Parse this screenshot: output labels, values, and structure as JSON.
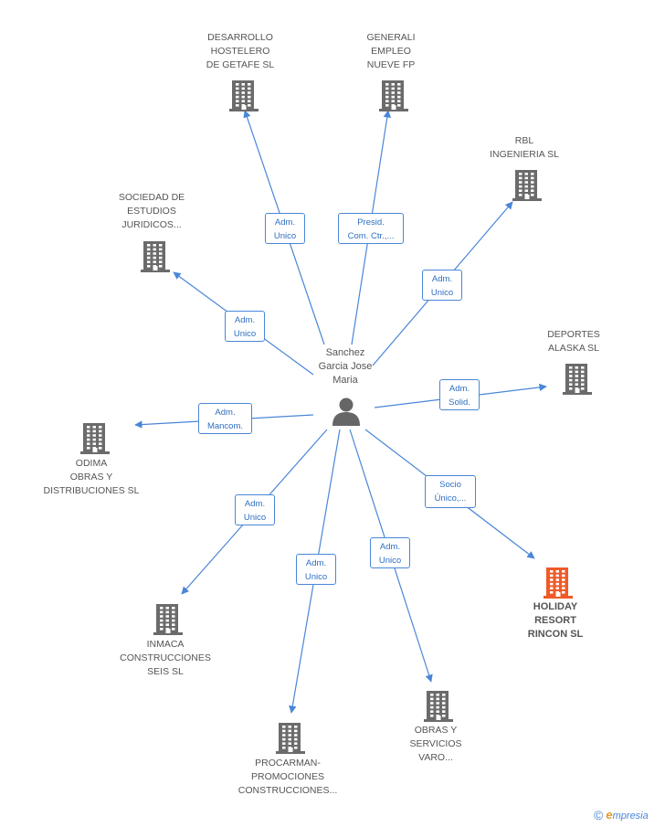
{
  "center": {
    "name": "Sanchez\nGarcia Jose\nMaria",
    "icon": "person-icon"
  },
  "nodes": [
    {
      "id": "desarrollo",
      "label": "DESARROLLO\nHOSTELERO\nDE GETAFE SL",
      "icon": "building-icon",
      "highlight": false
    },
    {
      "id": "generali",
      "label": "GENERALI\nEMPLEO\nNUEVE FP",
      "icon": "building-icon",
      "highlight": false
    },
    {
      "id": "rbl",
      "label": "RBL\nINGENIERIA SL",
      "icon": "building-icon",
      "highlight": false
    },
    {
      "id": "sociedad",
      "label": "SOCIEDAD DE\nESTUDIOS\nJURIDICOS...",
      "icon": "building-icon",
      "highlight": false
    },
    {
      "id": "deportes",
      "label": "DEPORTES\nALASKA SL",
      "icon": "building-icon",
      "highlight": false
    },
    {
      "id": "odima",
      "label": "ODIMA\nOBRAS Y\nDISTRIBUCIONES SL",
      "icon": "building-icon",
      "highlight": false
    },
    {
      "id": "holiday",
      "label": "HOLIDAY\nRESORT\nRINCON SL",
      "icon": "building-icon",
      "highlight": true
    },
    {
      "id": "inmaca",
      "label": "INMACA\nCONSTRUCCIONES\nSEIS SL",
      "icon": "building-icon",
      "highlight": false
    },
    {
      "id": "obras",
      "label": "OBRAS Y\nSERVICIOS\nVARO...",
      "icon": "building-icon",
      "highlight": false
    },
    {
      "id": "procarman",
      "label": "PROCARMAN-\nPROMOCIONES\nCONSTRUCCIONES...",
      "icon": "building-icon",
      "highlight": false
    }
  ],
  "edges": [
    {
      "to": "desarrollo",
      "label": "Adm.\nUnico"
    },
    {
      "to": "generali",
      "label": "Presid.\nCom. Ctr.,..."
    },
    {
      "to": "rbl",
      "label": "Adm.\nUnico"
    },
    {
      "to": "sociedad",
      "label": "Adm.\nUnico"
    },
    {
      "to": "deportes",
      "label": "Adm.\nSolid."
    },
    {
      "to": "odima",
      "label": "Adm.\nMancom."
    },
    {
      "to": "holiday",
      "label": "Socio\nÚnico,..."
    },
    {
      "to": "inmaca",
      "label": "Adm.\nUnico"
    },
    {
      "to": "obras",
      "label": "Adm.\nUnico"
    },
    {
      "to": "procarman",
      "label": "Adm.\nUnico"
    }
  ],
  "colors": {
    "edge": "#4a86d8",
    "building": "#6b6b6b",
    "highlight": "#f05a28",
    "person": "#666666"
  },
  "watermark": {
    "symbol": "©",
    "brand_initial": "e",
    "brand_rest": "mpresia"
  }
}
